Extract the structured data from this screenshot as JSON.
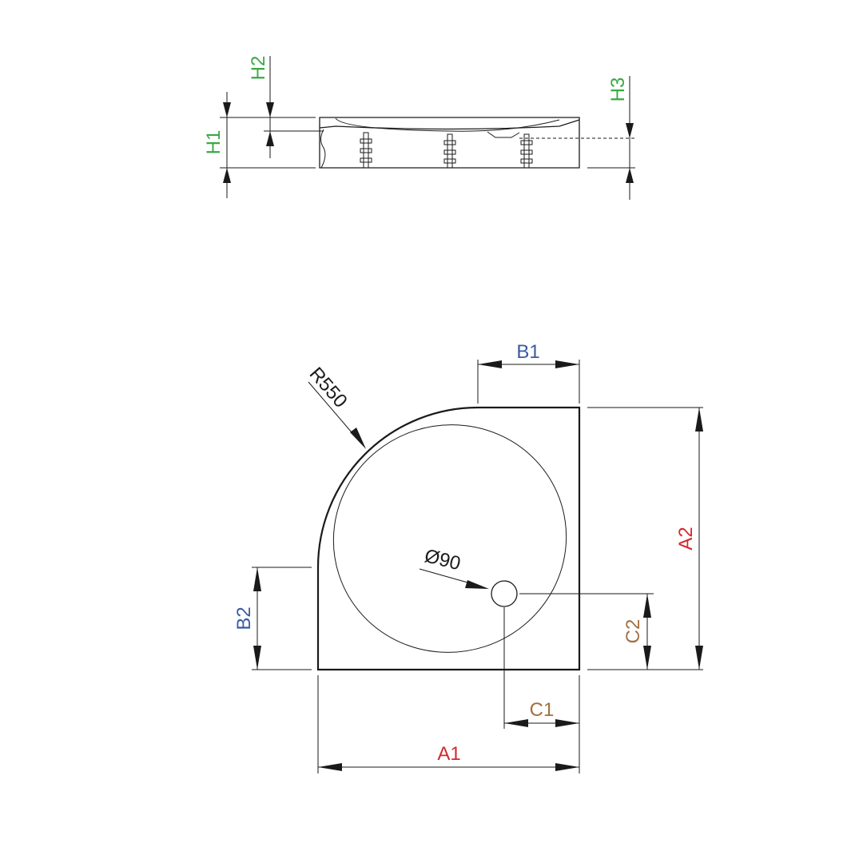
{
  "colors": {
    "height": "#3aa845",
    "width": "#d4282e",
    "side": "#3b5aa3",
    "drain": "#a0703f",
    "ink": "#1a1a1a"
  },
  "labels": {
    "h1": "H1",
    "h2": "H2",
    "h3": "H3",
    "b1": "B1",
    "b2": "B2",
    "a1": "A1",
    "a2": "A2",
    "c1": "C1",
    "c2": "C2",
    "radius": "R550",
    "drain_diameter": "Ø90"
  }
}
